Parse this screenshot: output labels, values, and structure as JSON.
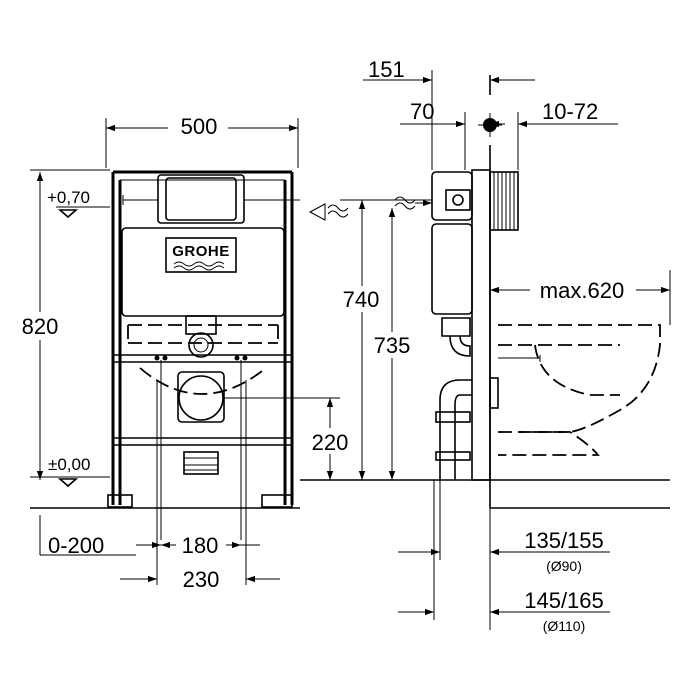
{
  "brand": "GROHE",
  "front_view": {
    "width_label": "500",
    "height_label": "820",
    "top_level_label": "+0,70",
    "floor_level_label": "±0,00",
    "drain_height_label": "220",
    "adjust_label": "0-200",
    "bolt_spacing_label": "180",
    "pipe_spacing_label": "230"
  },
  "side_view": {
    "depth_total_label": "151",
    "depth_button_label": "70",
    "wall_range_label": "10-72",
    "height_inlet_label": "740",
    "height_flush_label": "735",
    "bowl_projection_label": "max.620",
    "pipe_small_label": "135/155",
    "pipe_small_dia": "(Ø90)",
    "pipe_large_label": "145/165",
    "pipe_large_dia": "(Ø110)"
  }
}
